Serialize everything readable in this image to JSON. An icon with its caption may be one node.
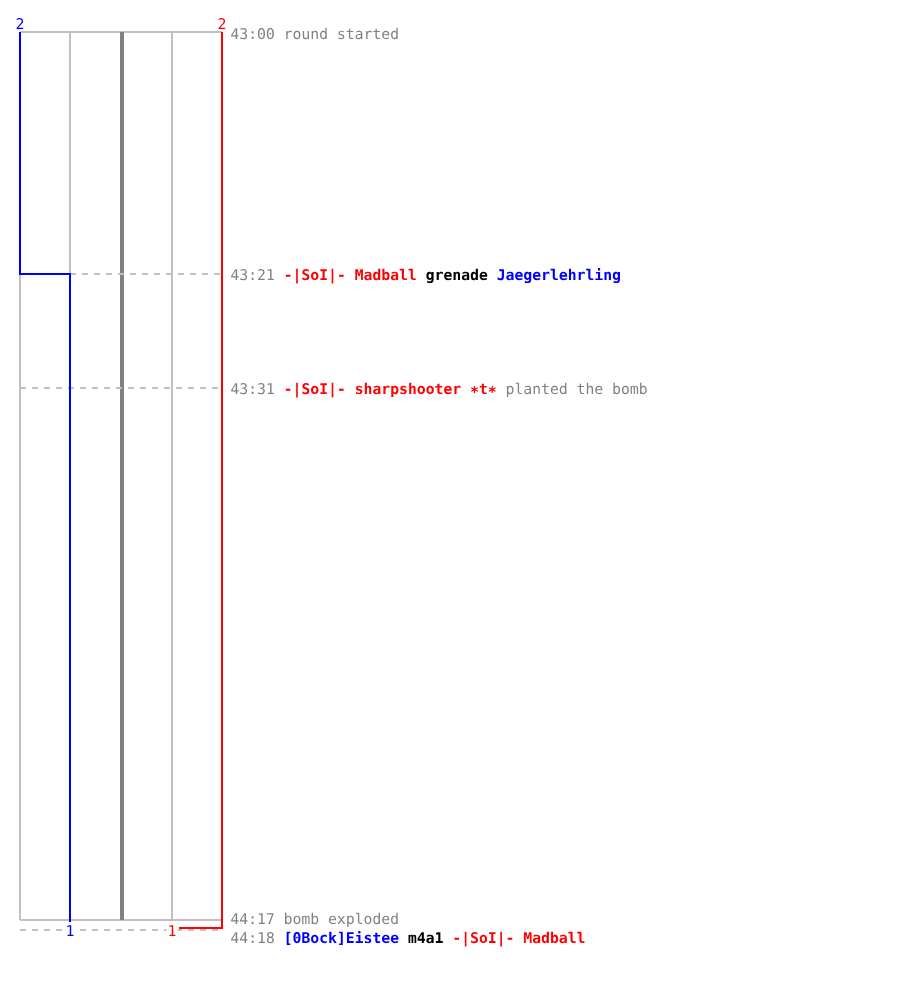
{
  "diagram": {
    "labels": [
      "2",
      "2",
      "43:00",
      "round started",
      "43:21",
      "-|SoI|- Madball",
      "grenade",
      "Jaegerlehrling",
      "43:31",
      "-|SoI|- sharpshooter ∗t∗",
      "planted the bomb",
      "44:17",
      "bomb exploded",
      "1",
      "1",
      "44:18",
      "[0Bock]Eistee",
      "m4a1",
      "-|SoI|- Madball"
    ]
  }
}
